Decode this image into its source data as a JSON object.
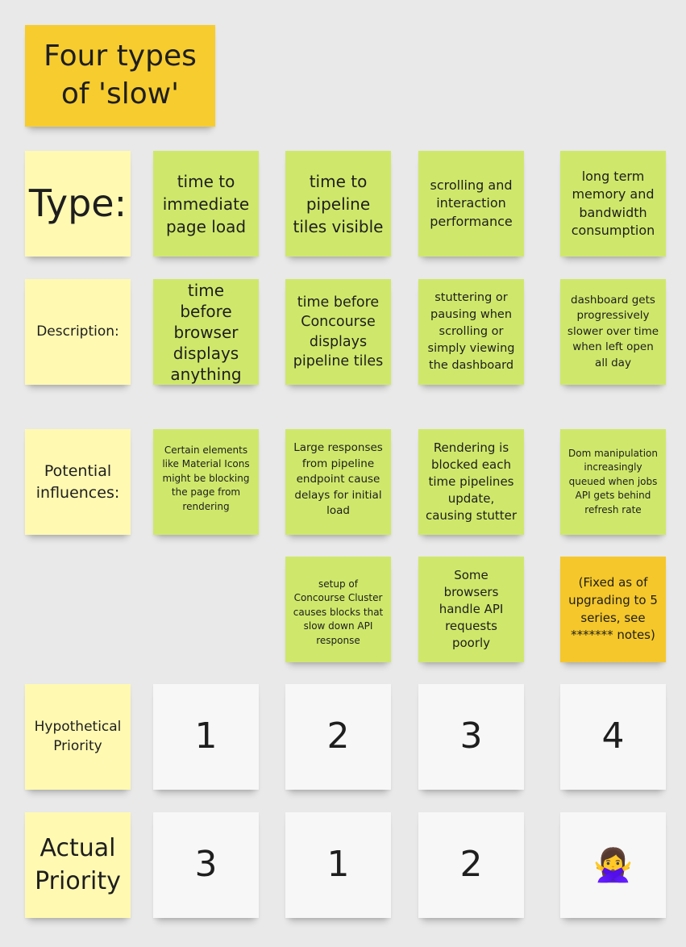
{
  "title": "Four types of 'slow'",
  "labels": {
    "type": "Type:",
    "description": "Description:",
    "influences": "Potential influences:",
    "hypothetical": "Hypothetical Priority",
    "actual": "Actual Priority"
  },
  "types": [
    "time to immediate page load",
    "time to pipeline tiles visible",
    "scrolling and interaction performance",
    "long term memory and bandwidth consumption"
  ],
  "descriptions": [
    "time before browser displays anything",
    "time before Concourse displays pipeline tiles",
    "stuttering or pausing when scrolling or simply viewing the dashboard",
    "dashboard gets progressively slower over time when left open all day"
  ],
  "influences_row1": [
    "Certain elements like Material Icons might be blocking the page from rendering",
    "Large responses from pipeline endpoint cause delays for initial load",
    "Rendering is blocked each time pipelines update, causing stutter",
    "Dom manipulation increasingly queued when jobs API gets behind refresh rate"
  ],
  "influences_row2": [
    "setup of Concourse Cluster causes blocks that slow down API response",
    "Some browsers handle API requests poorly",
    "(Fixed as of upgrading to 5 series, see ******* notes)"
  ],
  "hypothetical_priority": [
    "1",
    "2",
    "3",
    "4"
  ],
  "actual_priority": [
    "3",
    "1",
    "2",
    "🙅‍♀️"
  ],
  "colors": {
    "background": "#e9e9e9",
    "label_note": "#fff9b2",
    "content_note": "#cfe86b",
    "title_note": "#f7cc2f",
    "highlight_note": "#f5c72a",
    "priority_note": "#f7f7f7"
  }
}
